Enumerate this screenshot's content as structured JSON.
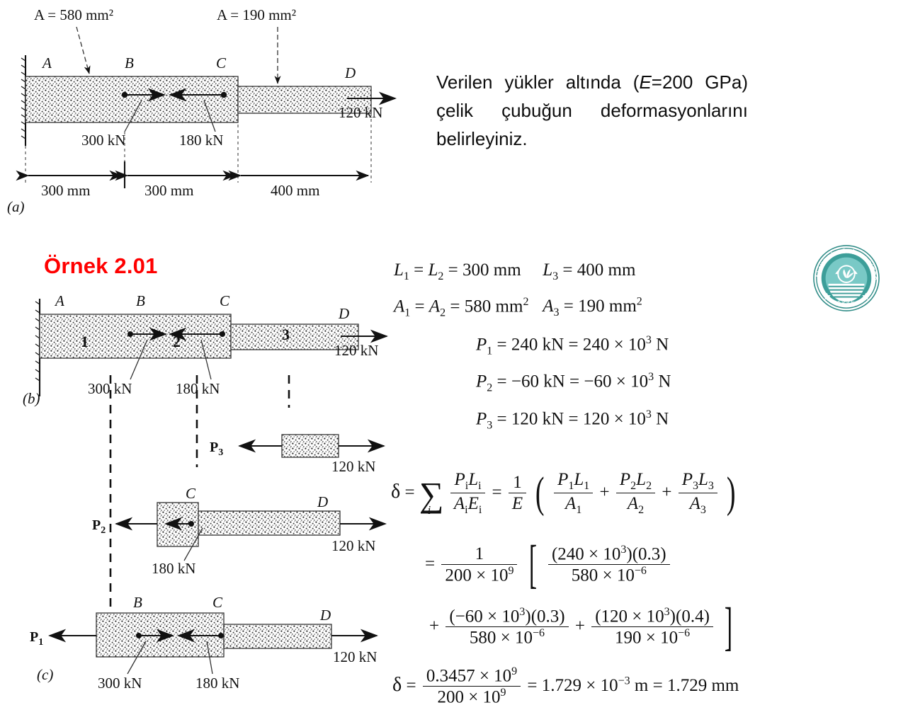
{
  "slide": {
    "title": "Örnek 2.01",
    "title_color": "#ff0000"
  },
  "prose": {
    "line1_a": "Verilen yükler altında (",
    "line1_E": "E",
    "line1_b": "=200 GPa)",
    "line2": "çelik çubuğun deformasyonlarını",
    "line3": "belirleyiniz."
  },
  "logo": {
    "arc_text": "BALIKESİR ÜNİVERSİTESİ",
    "year": "1992",
    "color_dark": "#2e8b86",
    "color_light": "#79c9c6"
  },
  "figure_a": {
    "caption": "(a)",
    "area_left_label": "A = 580 mm²",
    "area_right_label": "A = 190 mm²",
    "nodes": [
      "A",
      "B",
      "C",
      "D"
    ],
    "load_mid1": "300 kN",
    "load_mid2": "180 kN",
    "load_end": "120 kN",
    "dims": [
      "300 mm",
      "300 mm",
      "400 mm"
    ]
  },
  "figure_b": {
    "caption": "(b)",
    "nodes": [
      "A",
      "B",
      "C",
      "D"
    ],
    "segments": [
      "1",
      "2",
      "3"
    ],
    "load_mid1": "300 kN",
    "load_mid2": "180 kN",
    "load_end": "120 kN"
  },
  "fbd_3": {
    "force_label": "P",
    "force_sub": "3",
    "load_end": "120 kN"
  },
  "fbd_2": {
    "force_label": "P",
    "force_sub": "2",
    "nodes": [
      "C",
      "D"
    ],
    "load_mid": "180 kN",
    "load_end": "120 kN"
  },
  "fbd_1": {
    "caption": "(c)",
    "force_label": "P",
    "force_sub": "1",
    "nodes": [
      "B",
      "C",
      "D"
    ],
    "load_mid1": "300 kN",
    "load_mid2": "180 kN",
    "load_end": "120 kN"
  },
  "equations": {
    "lengths": {
      "left": "L₁ = L₂ = 300 mm",
      "right": "L₃ = 400 mm"
    },
    "areas": {
      "left": "A₁ = A₂ = 580 mm²",
      "right": "A₃ = 190 mm²"
    },
    "forces": [
      "P₁ = 240 kN = 240 × 10³ N",
      "P₂ = −60 kN = −60 × 10³ N",
      "P₃ = 120 kN = 120 × 10³ N"
    ],
    "delta_symbol": "δ",
    "sum_expression": "δ = Σᵢ PᵢLᵢ / AᵢEᵢ = (1/E)( P₁L₁/A₁ + P₂L₂/A₂ + P₃L₃/A₃ )",
    "substitution_line1": "= 1/(200 × 10⁹) [ (240 × 10³)(0.3) / (580 × 10⁻⁶)",
    "substitution_line2": "+ (−60 × 10³)(0.3) / (580 × 10⁻⁶) + (120 × 10³)(0.4) / (190 × 10⁻⁶) ]",
    "result": "δ = (0.3457 × 10⁹)/(200 × 10⁹) = 1.729 × 10⁻³ m = 1.729 mm",
    "tokens": {
      "L1": "L",
      "L2": "L",
      "L3": "L",
      "A": "A",
      "P": "P",
      "E": "E",
      "eq": "=",
      "n300mm": "300 mm",
      "n400mm": "400 mm",
      "n580mm2": "580 mm",
      "n190mm2": "190 mm",
      "sub1": "1",
      "sub2": "2",
      "sub3": "3",
      "p1_kn": "240 kN",
      "p1_n": "240 × 10",
      "p2_kn": "−60 kN",
      "p2_n": "−60 × 10",
      "p3_kn": "120 kN",
      "p3_n": "120 × 10",
      "N": "N",
      "exp3": "3",
      "exp9": "9",
      "expm6": "−6",
      "expm3": "−3",
      "one": "1",
      "num240": "(240 × 10",
      "num_60": "(−60 × 10",
      "num120": "(120 × 10",
      "f03": ")(0.3)",
      "f04": ")(0.4)",
      "den580": "580 × 10",
      "den190": "190 × 10",
      "den200": "200 × 10",
      "numres": "0.3457 × 10",
      "res_mid": "1.729 × 10",
      "res_m": "m",
      "res_final": "1.729 mm",
      "plus": "+"
    }
  }
}
